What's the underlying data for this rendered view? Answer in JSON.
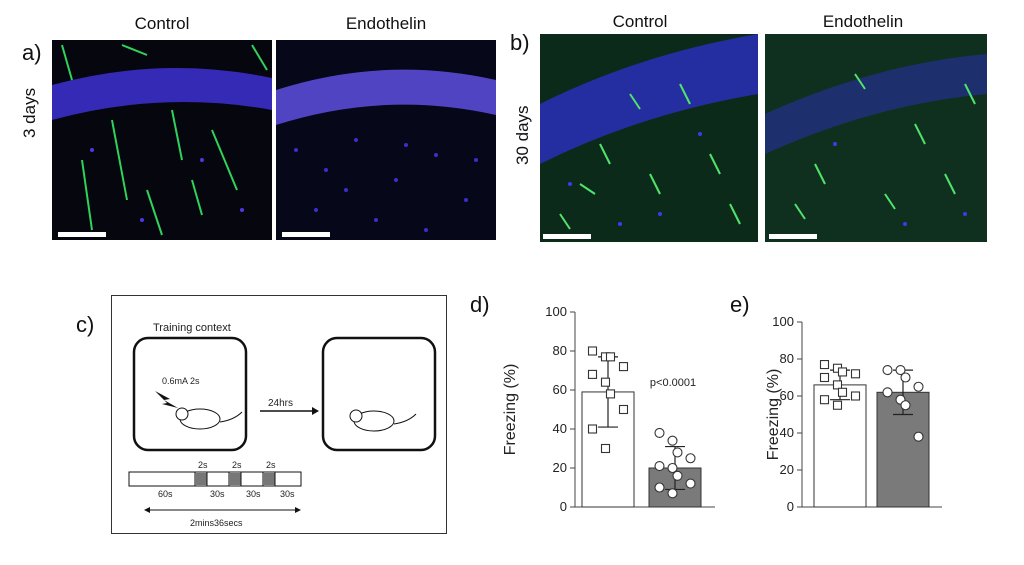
{
  "panels": {
    "a": {
      "letter": "a)",
      "timepoint": "3 days",
      "titles": [
        "Control",
        "Endothelin"
      ]
    },
    "b": {
      "letter": "b)",
      "timepoint": "30 days",
      "titles": [
        "Control",
        "Endothelin"
      ]
    },
    "c": {
      "letter": "c)",
      "training_context": "Training context",
      "shock": "0.6mA 2s",
      "delay": "24hrs",
      "timeline_labels": [
        "60s",
        "2s",
        "30s",
        "2s",
        "30s",
        "2s",
        "30s"
      ],
      "total_duration": "2mins36secs"
    },
    "d": {
      "letter": "d)",
      "annotation": "p<0.0001"
    },
    "e": {
      "letter": "e)"
    }
  },
  "chart_data": [
    {
      "panel": "d",
      "type": "bar",
      "ylabel": "Freezing (%)",
      "ylim": [
        0,
        100
      ],
      "yticks": [
        0,
        20,
        40,
        60,
        80,
        100
      ],
      "bars": [
        {
          "mean": 59,
          "sd": 18,
          "fill": "#ffffff",
          "points": [
            80,
            77,
            77,
            72,
            68,
            64,
            58,
            50,
            40,
            30
          ]
        },
        {
          "mean": 20,
          "sd": 11,
          "fill": "#7a7a7a",
          "points": [
            38,
            34,
            28,
            25,
            21,
            20,
            16,
            12,
            10,
            7
          ]
        }
      ],
      "annotation": "p<0.0001"
    },
    {
      "panel": "e",
      "type": "bar",
      "ylabel": "Freezing (%)",
      "ylim": [
        0,
        100
      ],
      "yticks": [
        0,
        20,
        40,
        60,
        80,
        100
      ],
      "bars": [
        {
          "mean": 66,
          "sd": 8,
          "fill": "#ffffff",
          "points": [
            77,
            75,
            73,
            72,
            70,
            66,
            62,
            60,
            58,
            55
          ]
        },
        {
          "mean": 62,
          "sd": 12,
          "fill": "#7a7a7a",
          "points": [
            74,
            74,
            70,
            65,
            62,
            58,
            55,
            38
          ]
        }
      ]
    }
  ]
}
